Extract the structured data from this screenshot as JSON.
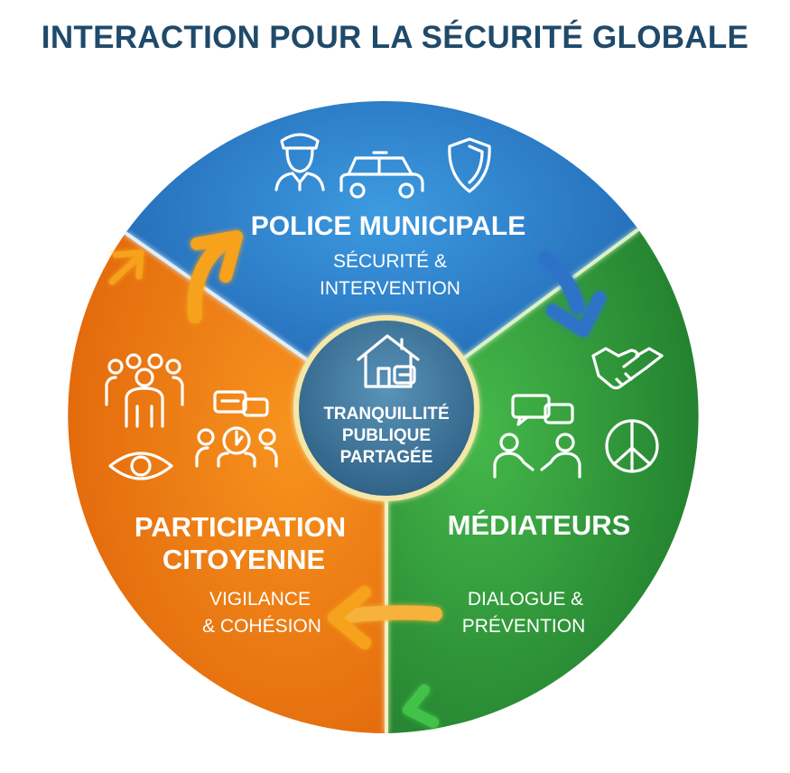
{
  "title": "INTERACTION POUR LA SÉCURITÉ GLOBALE",
  "center": {
    "line1": "TRANQUILLITÉ",
    "line2": "PUBLIQUE",
    "line3": "PARTAGÉE"
  },
  "sections": {
    "police": {
      "title": "POLICE MUNICIPALE",
      "sub1": "SÉCURITÉ &",
      "sub2": "INTERVENTION",
      "color": "#2a7fc9"
    },
    "mediateurs": {
      "title": "MÉDIATEURS",
      "sub1": "DIALOGUE &",
      "sub2": "PRÉVENTION",
      "color": "#2e9a3a"
    },
    "participation": {
      "title1": "PARTICIPATION",
      "title2": "CITOYENNE",
      "sub1": "VIGILANCE",
      "sub2": "& COHÉSION",
      "color": "#f07c12"
    }
  },
  "colors": {
    "title": "#1f4a6a",
    "center": "#3f7aa0",
    "arrow_orange": "#f6a21e",
    "arrow_blue": "#2f73c7",
    "arrow_green": "#42c24a"
  },
  "icons": [
    "police-officer-icon",
    "police-car-icon",
    "shield-icon",
    "handshake-icon",
    "dialogue-icon",
    "peace-icon",
    "crowd-icon",
    "community-meeting-icon",
    "eye-icon",
    "house-icon"
  ]
}
